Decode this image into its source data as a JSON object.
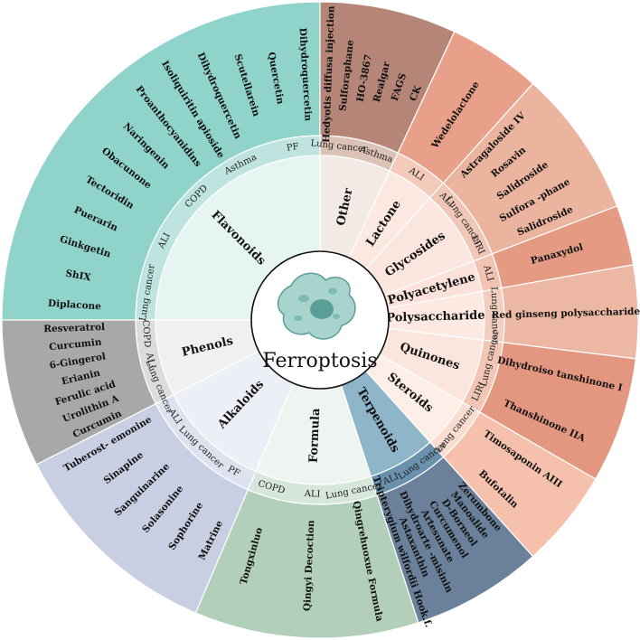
{
  "center": {
    "label": "Ferroptosis",
    "icon": "cell-icon"
  },
  "sectors": [
    {
      "id": "flavonoids",
      "label": "Flavonoids",
      "start": 270,
      "end": 360,
      "colors": {
        "inner": "#e6f4f2",
        "mid": "#bfe4df",
        "outer": "#8fd3cb"
      },
      "diseases": [
        "Lung cancer",
        "ALI",
        "COPD",
        "Asthma",
        "PF"
      ],
      "compounds": [
        "Diplacone",
        "ShIX",
        "Ginkgetin",
        "Puerarin",
        "Tectoridin",
        "Obacunone",
        "Naringenin",
        "Proanthocyanidins",
        "Isoliquiritin apioside",
        "Dihydroquercetin",
        "Scutellarein",
        "Quercetin",
        "Dihydroquercetin"
      ]
    },
    {
      "id": "other",
      "label": "Other",
      "start": 0,
      "end": 25,
      "colors": {
        "inner": "#f3e9e5",
        "mid": "#dcc1b6",
        "outer": "#b58678"
      },
      "diseases": [
        "Lung cancer",
        "Asthma"
      ],
      "compounds": [
        "Hedyotis diffusa injection",
        "Sulforaphane",
        "HO-3867",
        "Realgar",
        "FAGS",
        "CK"
      ]
    },
    {
      "id": "lactone",
      "label": "Lactone",
      "start": 25,
      "end": 42,
      "colors": {
        "inner": "#fbe9e1",
        "mid": "#f4cbbb",
        "outer": "#e9a08a"
      },
      "diseases": [
        "ALI"
      ],
      "compounds": [
        "Wedelolactone"
      ]
    },
    {
      "id": "glycosides",
      "label": "Glycosides",
      "start": 42,
      "end": 69,
      "colors": {
        "inner": "#fae6de",
        "mid": "#f0c6b6",
        "outer": "#ebb49f"
      },
      "diseases": [
        "ALI",
        "Lung cancer",
        "LIRI"
      ],
      "compounds": [
        "Astragaloside IV",
        "Rosavin",
        "Salidroside",
        "Sulfora -phane",
        "Salidroside"
      ]
    },
    {
      "id": "polyacetylene",
      "label": "Polyacetylene",
      "start": 69,
      "end": 80,
      "colors": {
        "inner": "#fbe2da",
        "mid": "#f2c3b3",
        "outer": "#e59a84"
      },
      "diseases": [
        "ALI"
      ],
      "compounds": [
        "Panaxydol"
      ]
    },
    {
      "id": "polysaccharide",
      "label": "Polysaccharide",
      "start": 80,
      "end": 97,
      "colors": {
        "inner": "#fbe9e2",
        "mid": "#f2cebf",
        "outer": "#ecb7a3"
      },
      "diseases": [
        "Lung cancer"
      ],
      "compounds": [
        "Red ginseng polysaccharide"
      ]
    },
    {
      "id": "quinones",
      "label": "Quinones",
      "start": 97,
      "end": 120,
      "colors": {
        "inner": "#fbe6dd",
        "mid": "#f2c6b5",
        "outer": "#e39780"
      },
      "diseases": [
        "Lung cancer",
        "LIRI"
      ],
      "compounds": [
        "Dihydroiso tanshinone I",
        "Thanshinone IIA"
      ]
    },
    {
      "id": "steroids",
      "label": "Steroids",
      "start": 120,
      "end": 138,
      "colors": {
        "inner": "#fdeee7",
        "mid": "#f9ddd1",
        "outer": "#f5c1ad"
      },
      "diseases": [
        "Lung cancer"
      ],
      "compounds": [
        "Timosaponin AIII",
        "Bufotalin"
      ]
    },
    {
      "id": "terpenoids",
      "label": "Terpenoids",
      "start": 138,
      "end": 162,
      "colors": {
        "inner": "#8fb6c8",
        "mid": "#6a92ad",
        "outer": "#6b809a"
      },
      "diseases": [
        "Lung cancer",
        "ALI"
      ],
      "compounds": [
        "Zerumbone",
        "Manoalide",
        "D-Borneol",
        "Curcumenol",
        "Artesunate",
        "Dihydroarte -misinin",
        "Astaxanthin",
        "Tripterygium wilfordii Hook.f."
      ]
    },
    {
      "id": "formula",
      "label": "Formula",
      "start": 162,
      "end": 203,
      "colors": {
        "inner": "#eef4ef",
        "mid": "#d6e6da",
        "outer": "#b2cfba"
      },
      "diseases": [
        "Lung cancer",
        "ALI",
        "COPD"
      ],
      "compounds": [
        "Qingrehuoxue Formula",
        "Qingyi Decoction",
        "Tongxinluo"
      ]
    },
    {
      "id": "alkaloids",
      "label": "Alkaloids",
      "start": 203,
      "end": 243,
      "colors": {
        "inner": "#eceff6",
        "mid": "#dde2ee",
        "outer": "#c9cfe2"
      },
      "diseases": [
        "PF",
        "Lung cancer",
        "ALI"
      ],
      "compounds": [
        "Matrine",
        "Sophorine",
        "Solasonine",
        "Sanguinarine",
        "Sinapine",
        "Tuberost- emonine"
      ]
    },
    {
      "id": "phenols",
      "label": "Phenols",
      "start": 243,
      "end": 270,
      "colors": {
        "inner": "#f0f0f0",
        "mid": "#dcdcdc",
        "outer": "#a8a8a8"
      },
      "diseases": [
        "Lung cancer",
        "ALI",
        "COPD"
      ],
      "compounds": [
        "Curcumin",
        "Urolithin A",
        "Ferulic acid",
        "Erianin",
        "6-Gingerol",
        "Curcumin",
        "Resveratrol"
      ]
    }
  ]
}
